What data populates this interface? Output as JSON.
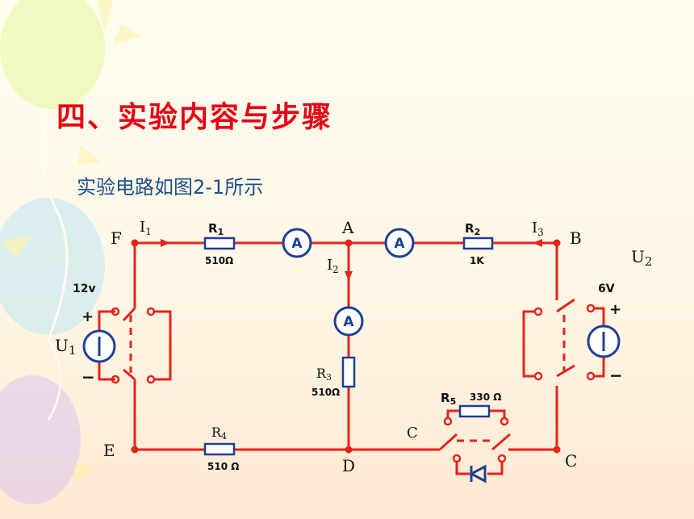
{
  "slide": {
    "title": "四、实验内容与步骤",
    "subtitle": "实验电路如图2-1所示"
  },
  "colors": {
    "title": "#e60012",
    "subtitle": "#1e4d8c",
    "wire": "#e8231a",
    "component": "#1d3f94"
  },
  "circuit": {
    "nodes": {
      "F": "F",
      "A": "A",
      "B": "B",
      "E": "E",
      "D": "D",
      "C": "C",
      "C_mid": "C"
    },
    "currents": {
      "i1": "I",
      "i1_sub": "1",
      "i2": "I",
      "i2_sub": "2",
      "i3": "I",
      "i3_sub": "3"
    },
    "sources": {
      "u1_name": "U",
      "u1_sub": "1",
      "u1_value": "12v",
      "u2_name": "U",
      "u2_sub": "2",
      "u2_value": "6V",
      "plus": "+",
      "minus": "−"
    },
    "resistors": {
      "r1_name": "R",
      "r1_sub": "1",
      "r1_value": "510Ω",
      "r2_name": "R",
      "r2_sub": "2",
      "r2_value": "1K",
      "r3_name": "R",
      "r3_sub": "3",
      "r3_value": "510Ω",
      "r4_name": "R",
      "r4_sub": "4",
      "r4_value": "510 Ω",
      "r5_name": "R",
      "r5_sub": "5",
      "r5_value": "330 Ω"
    },
    "ammeter_label": "A",
    "source_symbol": "I"
  }
}
